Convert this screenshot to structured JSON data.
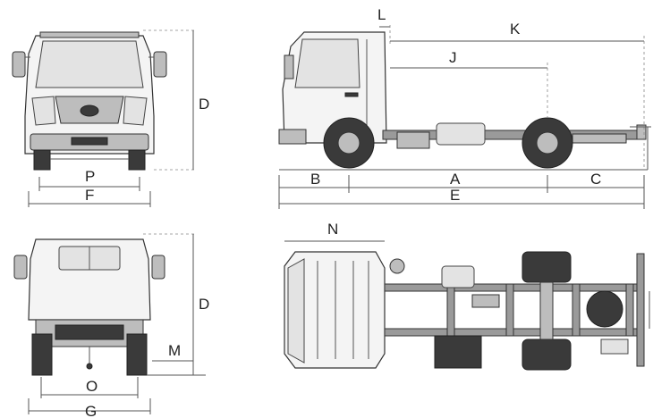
{
  "labels": {
    "A": "A",
    "B": "B",
    "C": "C",
    "D_front": "D",
    "D_rear": "D",
    "E": "E",
    "F": "F",
    "G": "G",
    "J": "J",
    "K": "K",
    "L": "L",
    "M": "M",
    "N": "N",
    "O": "O",
    "P": "P"
  },
  "icons": {
    "front_view": "truck-front-view-icon",
    "side_view": "truck-side-view-icon",
    "rear_view": "truck-rear-view-icon",
    "top_view": "truck-top-view-icon"
  }
}
